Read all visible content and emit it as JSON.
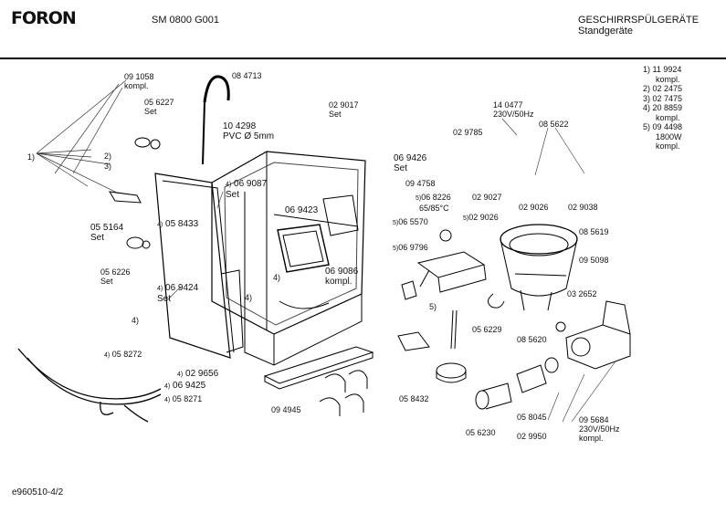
{
  "header": {
    "brand": "FORON",
    "model": "SM 0800 G001",
    "category": "GESCHIRRSPÜLGERÄTE",
    "subcategory": "Standgeräte"
  },
  "footer": {
    "doc_id": "e960510-4/2"
  },
  "notes": [
    {
      "n": "1)",
      "text": "11 9924"
    },
    {
      "n": "",
      "text": "kompl."
    },
    {
      "n": "2)",
      "text": "02 2475"
    },
    {
      "n": "3)",
      "text": "02 7475"
    },
    {
      "n": "4)",
      "text": "20 8859"
    },
    {
      "n": "",
      "text": "kompl."
    },
    {
      "n": "5)",
      "text": "09 4498"
    },
    {
      "n": "",
      "text": "1800W"
    },
    {
      "n": "",
      "text": "kompl."
    }
  ],
  "labels": {
    "p091058": "09 1058",
    "p091058b": "kompl.",
    "p084713": "08 4713",
    "p056227": "05 6227",
    "p056227b": "Set",
    "ref1": "1)",
    "ref2": "2)",
    "ref3": "3)",
    "p104298": "10 4298",
    "p104298b": "PVC Ø 5mm",
    "p029017": "02 9017",
    "p029017b": "Set",
    "p029785": "02 9785",
    "p140477": "14 0477",
    "p140477b": "230V/50Hz",
    "p085622": "08 5622",
    "p069426": "06 9426",
    "p069426b": "Set",
    "p069087": "06 9087",
    "p069087b": "Set",
    "p069087n": "4)",
    "p094758": "09 4758",
    "p068226": "06 8226",
    "p068226n": "5)",
    "p068226b": "65/85°C",
    "p029027": "02 9027",
    "p029026a": "02 9026",
    "p029038": "02 9038",
    "p069423": "06 9423",
    "p055164": "05 5164",
    "p055164b": "Set",
    "p058433": "05 8433",
    "p058433n": "4)",
    "p065570": "06 5570",
    "p065570n": "5)",
    "p029026b": "02 9026",
    "p029026bn": "5)",
    "p085619": "08 5619",
    "p056226": "05 6226",
    "p056226b": "Set",
    "p069796": "06 9796",
    "p069796n": "5)",
    "p095098": "09 5098",
    "p069086": "06 9086",
    "p069086b": "kompl.",
    "p069424": "06 9424",
    "p069424n": "4)",
    "p069424b": "Set",
    "ref4a": "4)",
    "ref4b": "4)",
    "ref4c": "4)",
    "ref5": "5)",
    "p032652": "03 2652",
    "p056229": "05 6229",
    "p085620": "08 5620",
    "p058272": "05 8272",
    "p058272n": "4)",
    "p029656": "02 9656",
    "p029656n": "4)",
    "p069425": "06 9425",
    "p069425n": "4)",
    "p058271": "05 8271",
    "p058271n": "4)",
    "p058432": "05 8432",
    "p094945": "09 4945",
    "p058045": "05 8045",
    "p095684": "09 5684",
    "p095684b": "230V/50Hz",
    "p095684c": "kompl.",
    "p056230": "05 6230",
    "p029950": "02 9950"
  }
}
